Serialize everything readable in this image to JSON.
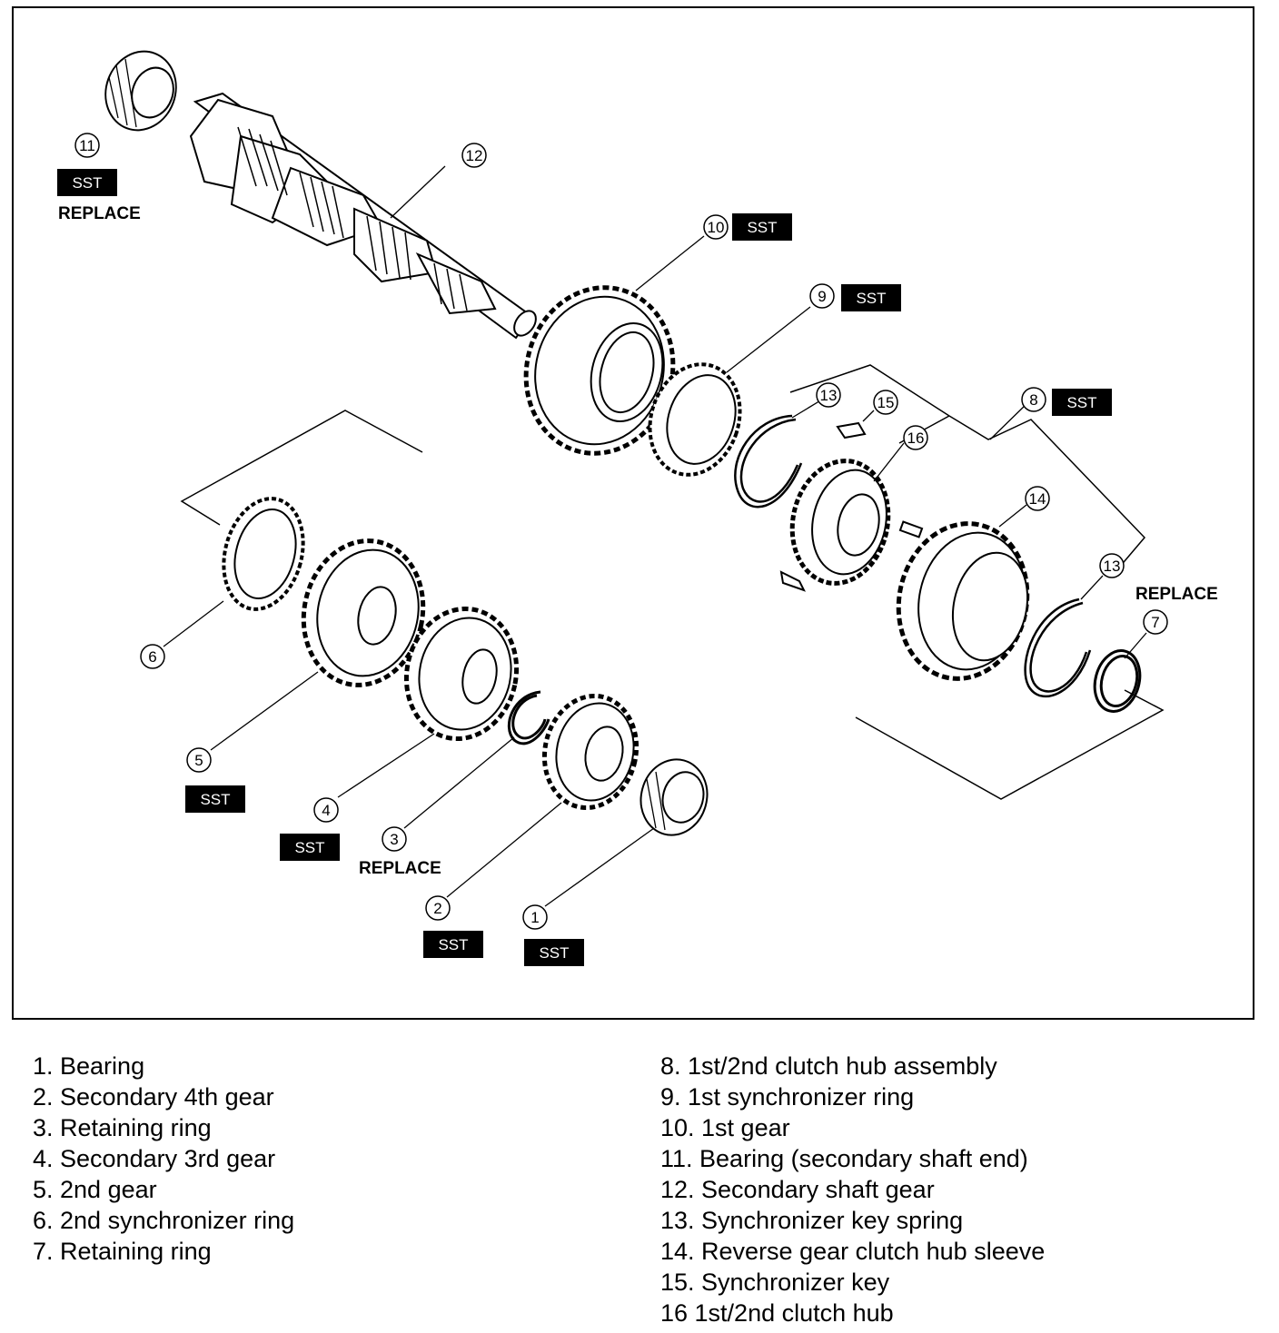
{
  "callouts": {
    "c1": "1",
    "c2": "2",
    "c3": "3",
    "c4": "4",
    "c5": "5",
    "c6": "6",
    "c7": "7",
    "c8": "8",
    "c9": "9",
    "c10": "10",
    "c11": "11",
    "c12": "12",
    "c13a": "13",
    "c13b": "13",
    "c14": "14",
    "c15": "15",
    "c16": "16"
  },
  "tags": {
    "sst": "SST",
    "replace": "REPLACE"
  },
  "legend": {
    "left": [
      "1. Bearing",
      "2. Secondary 4th gear",
      "3. Retaining ring",
      "4. Secondary 3rd gear",
      "5. 2nd gear",
      "6. 2nd synchronizer ring",
      "7. Retaining ring"
    ],
    "right": [
      "8. 1st/2nd clutch hub assembly",
      "9. 1st synchronizer ring",
      "10. 1st gear",
      "11. Bearing (secondary shaft end)",
      "12. Secondary shaft gear",
      "13. Synchronizer key spring",
      "14. Reverse gear clutch hub sleeve",
      "15. Synchronizer key",
      "16 1st/2nd clutch hub"
    ]
  }
}
